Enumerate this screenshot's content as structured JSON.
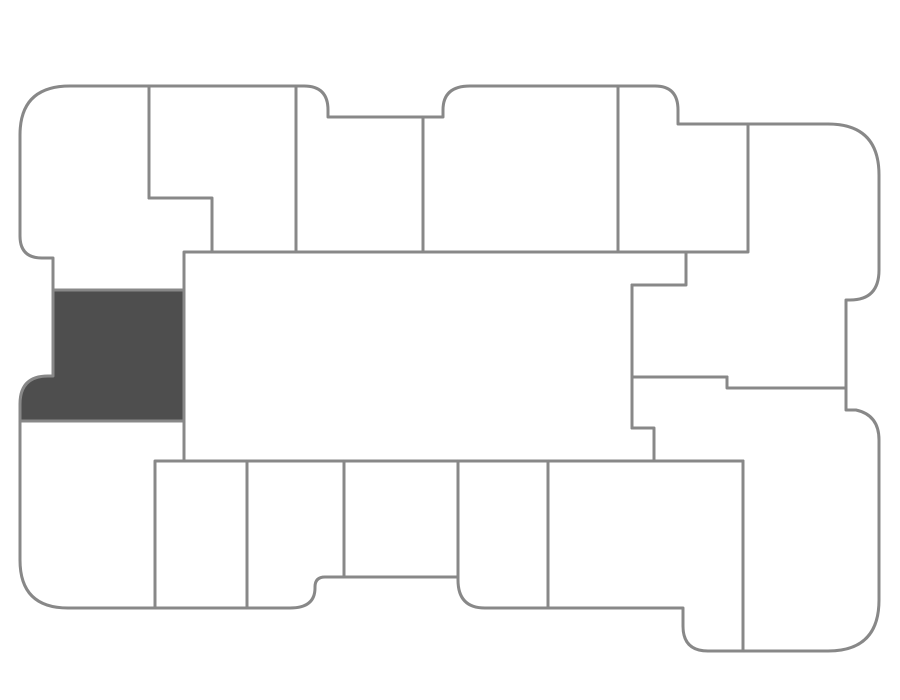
{
  "floorplan": {
    "colors": {
      "wall": "#888888",
      "unit_fill": "#ffffff",
      "selected_fill": "#4e4e4e",
      "background": "#ffffff"
    },
    "units": [
      {
        "id": "nw-corner",
        "selected": false
      },
      {
        "id": "north-1",
        "selected": false
      },
      {
        "id": "north-2",
        "selected": false
      },
      {
        "id": "north-3",
        "selected": false
      },
      {
        "id": "north-4",
        "selected": false
      },
      {
        "id": "north-5",
        "selected": false
      },
      {
        "id": "ne-corner",
        "selected": false
      },
      {
        "id": "east-1",
        "selected": false
      },
      {
        "id": "east-2",
        "selected": false
      },
      {
        "id": "se-corner",
        "selected": false
      },
      {
        "id": "south-1",
        "selected": false
      },
      {
        "id": "south-2",
        "selected": false
      },
      {
        "id": "south-3",
        "selected": false
      },
      {
        "id": "south-4",
        "selected": false
      },
      {
        "id": "south-5",
        "selected": false
      },
      {
        "id": "sw-corner",
        "selected": false
      },
      {
        "id": "west-1",
        "selected": true
      },
      {
        "id": "courtyard",
        "selected": false
      }
    ]
  }
}
